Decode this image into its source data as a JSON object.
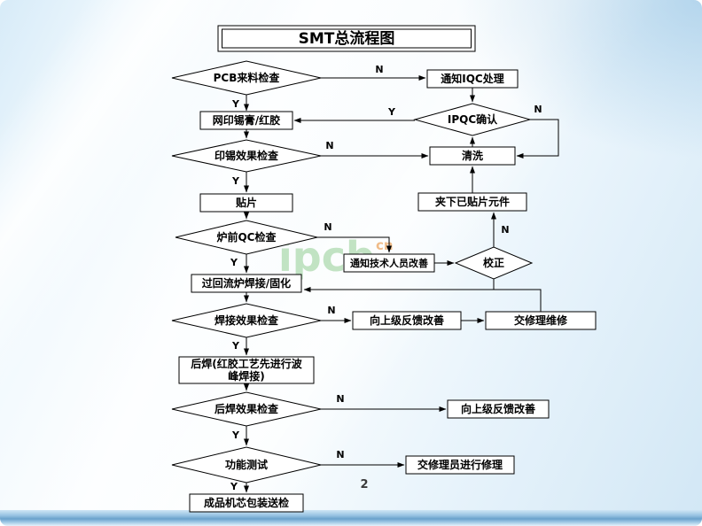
{
  "slide": {
    "title": "SMT总流程图",
    "page_number": "2",
    "watermark": "ipcb",
    "watermark_suffix": "cn"
  },
  "labels": {
    "yes": "Y",
    "no": "N"
  },
  "nodes": {
    "pcb_incoming": "PCB来料检查",
    "notify_iqc": "通知IQC处理",
    "ipqc_confirm": "IPQC确认",
    "screen_print": "网印锡膏/红胶",
    "print_check": "印锡效果检查",
    "cleaning": "清洗",
    "placement": "贴片",
    "remove_mounted_parts": "夹下已贴片元件",
    "pre_reflow_qc": "炉前QC检查",
    "notify_tech_improve": "通知技术人员改善",
    "calibration": "校正",
    "reflow_cure": "过回流炉焊接/固化",
    "solder_effect_check": "焊接效果检查",
    "feedback_superior_1": "向上级反馈改善",
    "send_to_repair": "交修理维修",
    "post_solder_line1": "后焊(红胶工艺先进行波",
    "post_solder_line2": "峰焊接)",
    "post_solder_check": "后焊效果检查",
    "feedback_superior_2": "向上级反馈改善",
    "function_test": "功能测试",
    "repairman_repair": "交修理员进行修理",
    "final_packaging": "成品机芯包装送检"
  }
}
